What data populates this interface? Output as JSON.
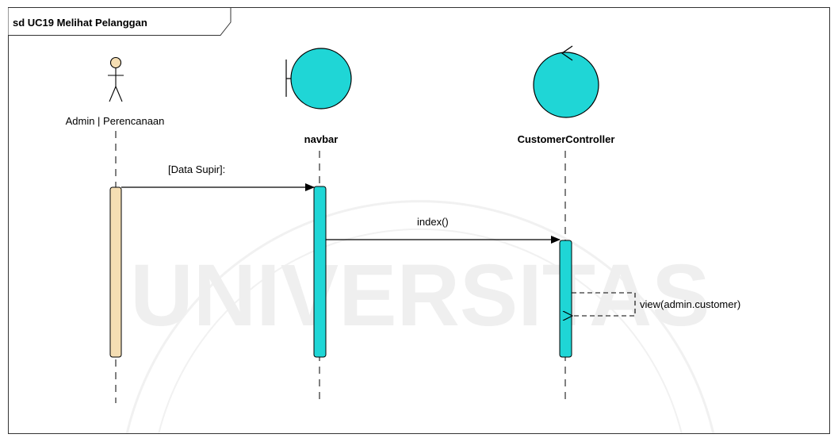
{
  "frame": {
    "title": "sd UC19 Melihat Pelanggan"
  },
  "participants": {
    "actor": {
      "name": "Admin | Perencanaan",
      "type": "actor"
    },
    "boundary": {
      "name": "navbar",
      "type": "boundary"
    },
    "control": {
      "name": "CustomerController",
      "type": "control"
    }
  },
  "messages": {
    "m1": {
      "label": "[Data Supir]:",
      "kind": "synchronous"
    },
    "m2": {
      "label": "index()",
      "kind": "synchronous"
    },
    "m3": {
      "label": "view(admin.customer)",
      "kind": "self-return"
    }
  },
  "watermark": {
    "text": "UNIVERSITAS"
  },
  "colors": {
    "actor_activation": "#f5deb3",
    "object_fill": "#1fd6d6",
    "line": "#000000",
    "watermark": "#e3e3e3"
  },
  "icons": {
    "actor": "stick-figure-icon",
    "boundary": "boundary-icon",
    "control": "control-icon"
  }
}
